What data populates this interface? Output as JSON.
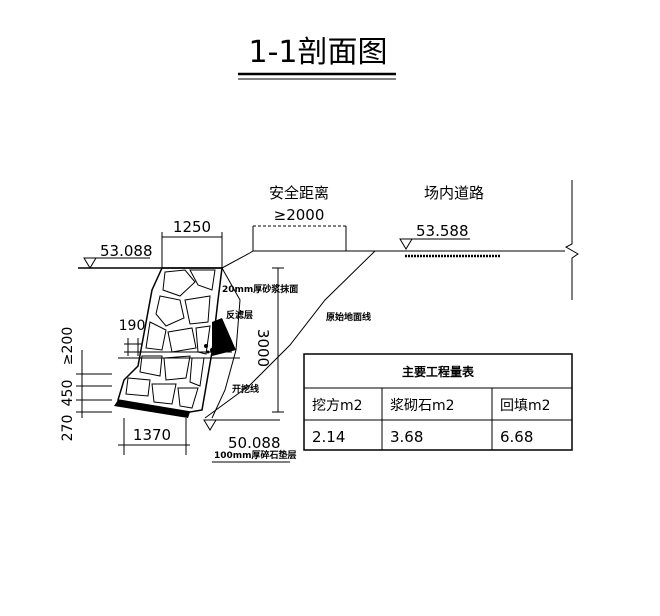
{
  "title": "1-1剖面图",
  "labels": {
    "safety_distance": "安全距离",
    "safety_value": "≥2000",
    "road": "场内道路",
    "elev_top_left": "53.088",
    "elev_top_right": "53.588",
    "elev_bottom": "50.088",
    "dim_1250": "1250",
    "dim_190": "190",
    "dim_1370": "1370",
    "dim_3000": "3000",
    "dim_200": "≥200",
    "dim_450": "450",
    "dim_270": "270",
    "layer_20mm": "20mm厚砂浆抹面",
    "filter_layer": "反滤层",
    "original_ground": "原始地面线",
    "excavation_line": "开挖线",
    "base_100mm": "100mm厚碎石垫层"
  },
  "quantities_table": {
    "title": "主要工程量表",
    "headers": [
      "挖方m2",
      "浆砌石m2",
      "回填m2"
    ],
    "values": [
      "2.14",
      "3.68",
      "6.68"
    ]
  }
}
